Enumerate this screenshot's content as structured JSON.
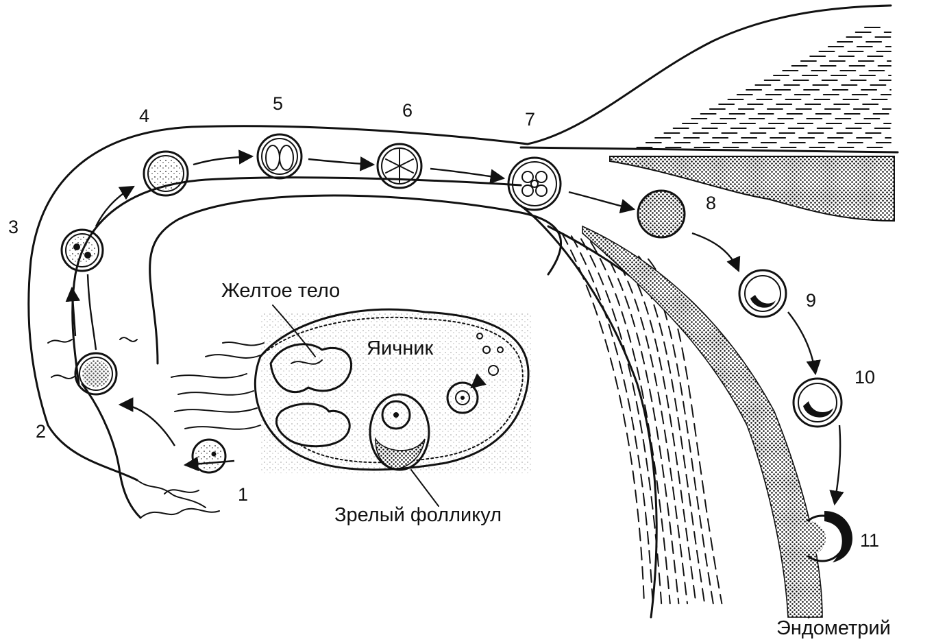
{
  "labels": {
    "corpus_luteum": "Желтое тело",
    "ovary": "Яичник",
    "mature_follicle": "Зрелый фолликул",
    "endometrium": "Эндометрий"
  },
  "stages": [
    {
      "number": "1"
    },
    {
      "number": "2"
    },
    {
      "number": "3"
    },
    {
      "number": "4"
    },
    {
      "number": "5"
    },
    {
      "number": "6"
    },
    {
      "number": "7"
    },
    {
      "number": "8"
    },
    {
      "number": "9"
    },
    {
      "number": "10"
    },
    {
      "number": "11"
    }
  ]
}
